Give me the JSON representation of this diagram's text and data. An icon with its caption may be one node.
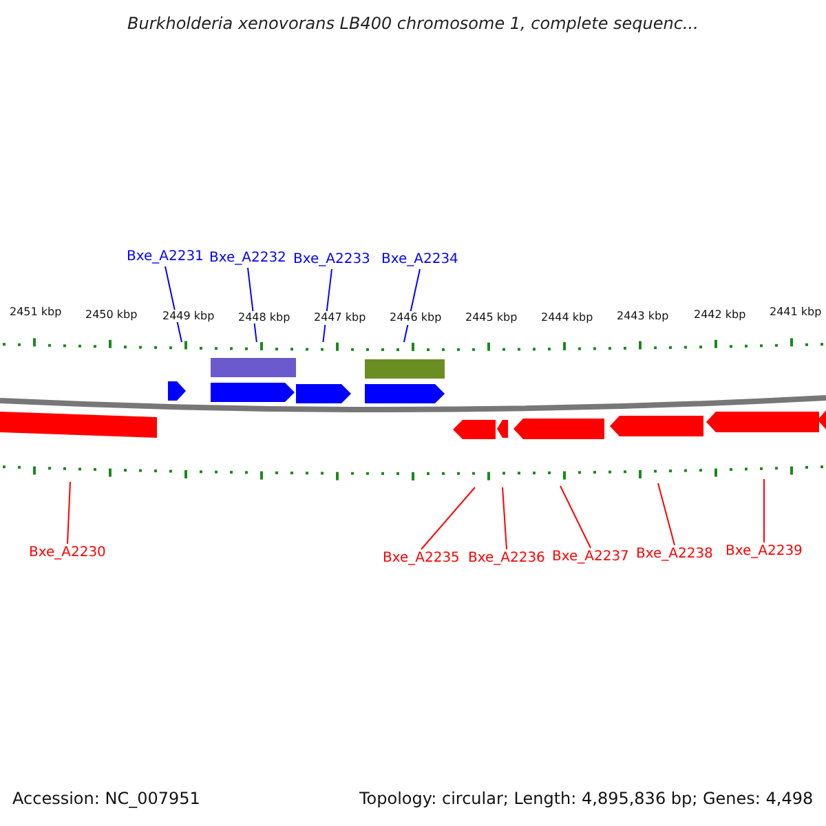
{
  "diagram": {
    "title": "Burkholderia xenovorans LB400 chromosome 1, complete sequenc...",
    "nodes": [
      {
        "text": [
          "Bxe_A2231"
        ]
      },
      {
        "text": [
          "Bxe_A2232"
        ]
      },
      {
        "text": [
          "Bxe_A2233"
        ]
      },
      {
        "text": [
          "Bxe_A2234"
        ]
      },
      {
        "text": [
          "Bxe_A2230"
        ]
      },
      {
        "text": [
          "Bxe_A2235"
        ]
      },
      {
        "text": [
          "Bxe_A2236"
        ]
      },
      {
        "text": [
          "Bxe_A2237"
        ]
      },
      {
        "text": [
          "Bxe_A2238"
        ]
      },
      {
        "text": [
          "Bxe_A2239"
        ]
      }
    ],
    "edges": [
      {
        "from": 0,
        "to": null,
        "arrow": "none",
        "color": "#0000ff"
      },
      {
        "from": 1,
        "to": null,
        "arrow": "none",
        "color": "#0000ff"
      },
      {
        "from": 2,
        "to": null,
        "arrow": "none",
        "color": "#0000ff"
      },
      {
        "from": 3,
        "to": null,
        "arrow": "none",
        "color": "#0000ff"
      },
      {
        "from": 4,
        "to": null,
        "arrow": "none",
        "color": "#ff0000"
      },
      {
        "from": 5,
        "to": null,
        "arrow": "none",
        "color": "#ff0000"
      },
      {
        "from": 6,
        "to": null,
        "arrow": "none",
        "color": "#ff0000"
      },
      {
        "from": 7,
        "to": null,
        "arrow": "none",
        "color": "#ff0000"
      },
      {
        "from": 8,
        "to": null,
        "arrow": "none",
        "color": "#ff0000"
      },
      {
        "from": 9,
        "to": null,
        "arrow": "none",
        "color": "#ff0000"
      }
    ],
    "labels": [
      "2451 kbp",
      "2450 kbp",
      "2449 kbp",
      "2448 kbp",
      "2447 kbp",
      "2446 kbp",
      "2445 kbp",
      "2444 kbp",
      "2443 kbp",
      "2442 kbp",
      "2441 kbp",
      "Accession: NC_007951",
      "Topology: circular; Length: 4,895,836 bp; Genes: 4,498"
    ]
  }
}
